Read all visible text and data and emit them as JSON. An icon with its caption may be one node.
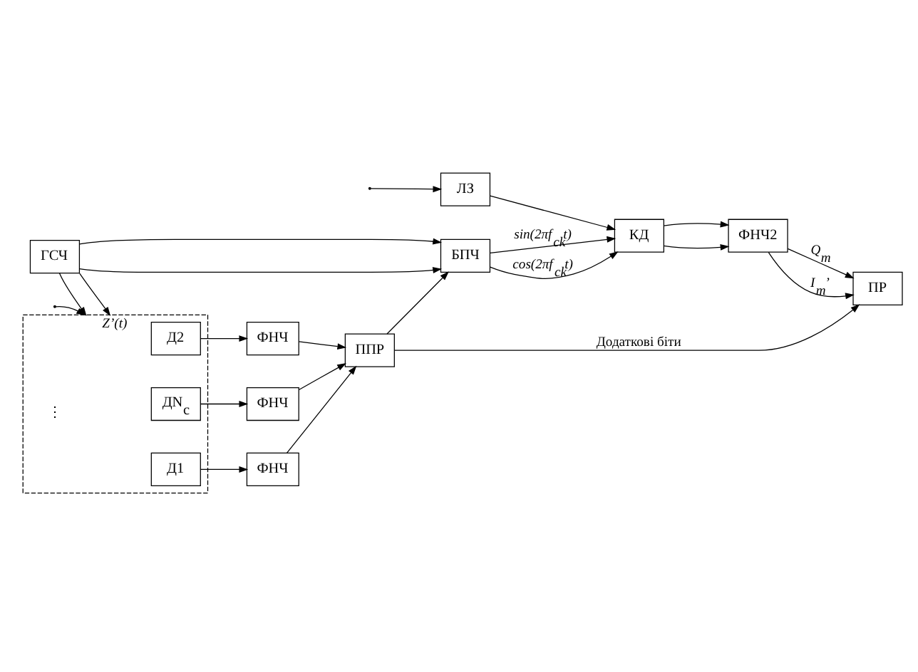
{
  "diagram": {
    "nodes": [
      {
        "text": [
          "ЛЗ"
        ]
      },
      {
        "text": [
          "КД"
        ]
      },
      {
        "text": [
          "ФНЧ2"
        ]
      },
      {
        "text": [
          "ГСЧ"
        ]
      },
      {
        "text": [
          "БПЧ"
        ]
      },
      {
        "text": [],
        "shape": "box"
      },
      {
        "text": [
          "Д1"
        ],
        "in": 5
      },
      {
        "text": [
          "Д2"
        ],
        "in": 5
      },
      {
        "text": [
          "ДN$_{c}$"
        ],
        "in": 5
      },
      {
        "text": [
          "ФНЧ"
        ]
      },
      {
        "text": [
          "ФНЧ"
        ]
      },
      {
        "text": [
          "ФНЧ"
        ]
      },
      {
        "text": [
          "ППР"
        ]
      },
      {
        "text": [
          "ПР"
        ]
      }
    ],
    "edges": [
      {
        "from": null,
        "to": 0,
        "arrow": "to"
      },
      {
        "from": null,
        "to": 5,
        "arrow": "to",
        "label": "Z’(t)"
      },
      {
        "from": 0,
        "to": 1,
        "arrow": "to"
      },
      {
        "from": 1,
        "to": 2,
        "arrow": "to"
      },
      {
        "from": 1,
        "to": 2,
        "arrow": "to"
      },
      {
        "from": 3,
        "to": 4,
        "arrow": "to"
      },
      {
        "from": 3,
        "to": 4,
        "arrow": "to"
      },
      {
        "from": 3,
        "to": 5,
        "arrow": "to"
      },
      {
        "from": 3,
        "to": 5,
        "arrow": "to"
      },
      {
        "from": 4,
        "to": 1,
        "arrow": "to",
        "label": "sin(2πf$_{ck}$t)"
      },
      {
        "from": 4,
        "to": 1,
        "arrow": "to",
        "label": "cos(2πf$_{ck}$t)"
      },
      {
        "from": 6,
        "to": 9,
        "arrow": "to"
      },
      {
        "from": 7,
        "to": 10,
        "arrow": "to"
      },
      {
        "from": 8,
        "to": 11,
        "arrow": "to"
      },
      {
        "from": 9,
        "to": 12,
        "arrow": "to"
      },
      {
        "from": 10,
        "to": 12,
        "arrow": "to"
      },
      {
        "from": 11,
        "to": 12,
        "arrow": "to"
      },
      {
        "from": 12,
        "to": 4,
        "arrow": "to"
      },
      {
        "from": 2,
        "to": 13,
        "arrow": "to",
        "label": "I$_{m}$’"
      },
      {
        "from": 2,
        "to": 13,
        "arrow": "to",
        "label": "Q$_{m}$"
      },
      {
        "from": 12,
        "to": 13,
        "arrow": "to",
        "label": "Додаткові біти"
      }
    ],
    "labels": [
      "⋮"
    ]
  }
}
